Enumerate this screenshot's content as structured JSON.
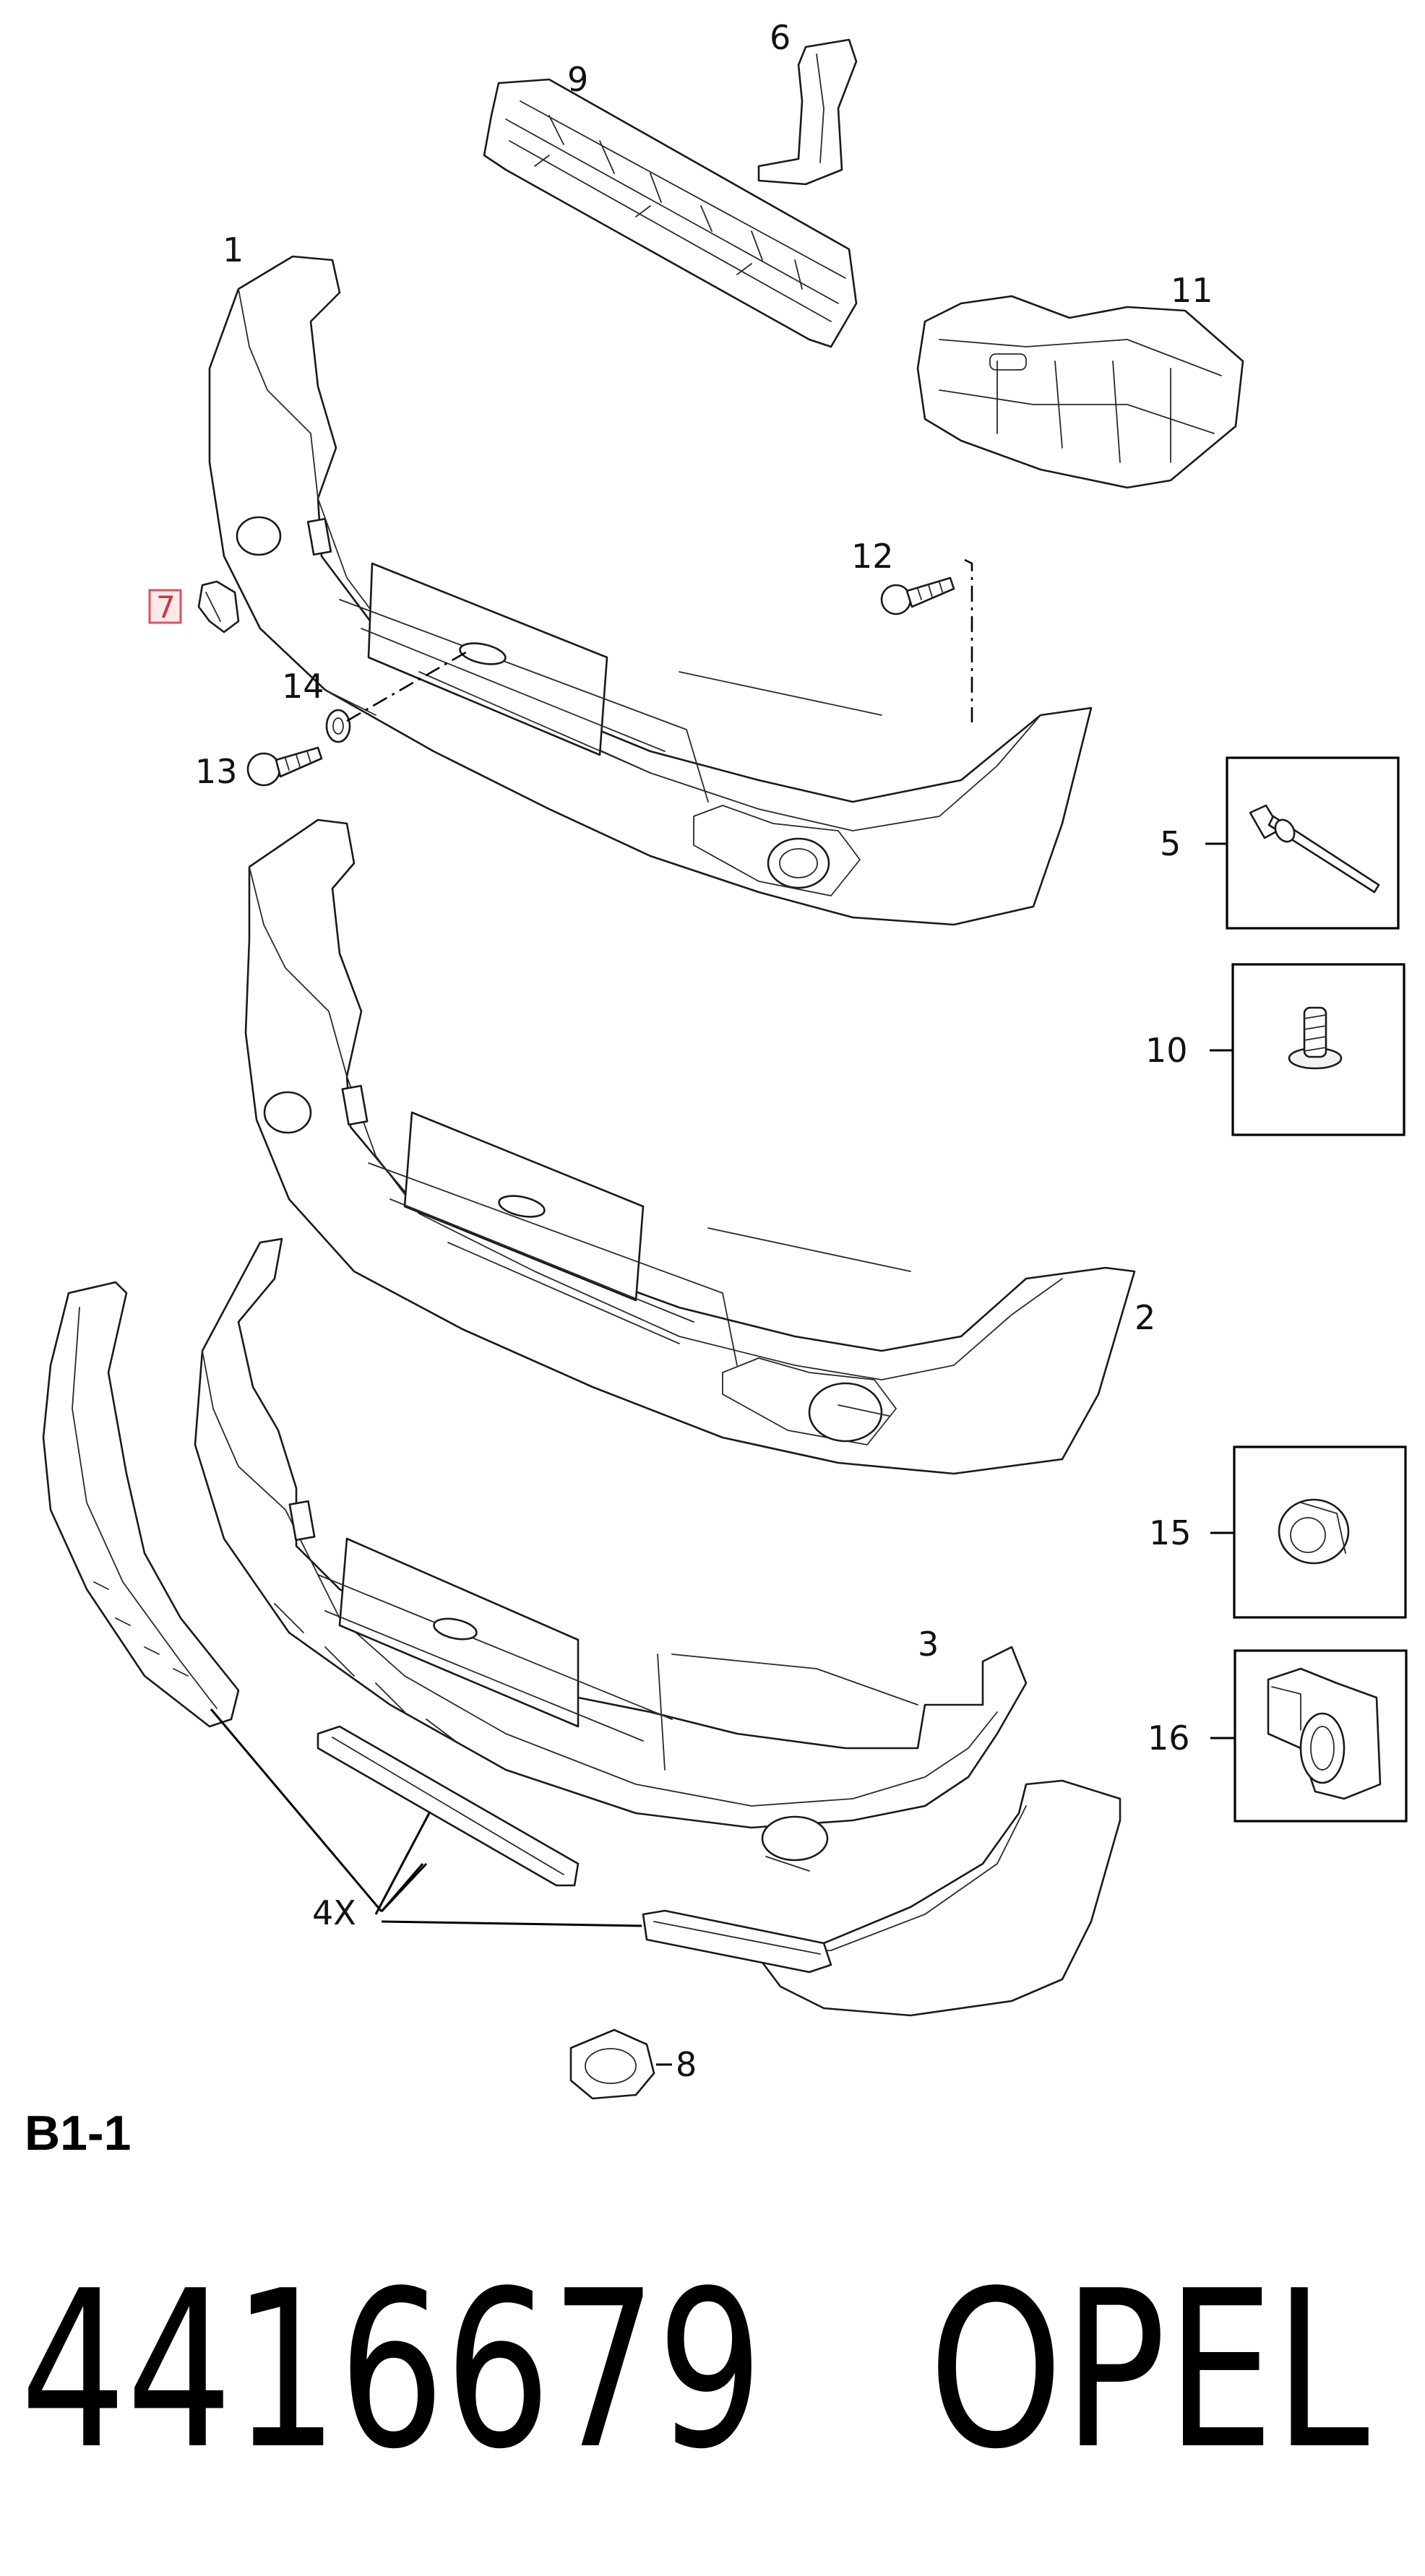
{
  "diagram": {
    "callouts": {
      "c1": "1",
      "c2": "2",
      "c3": "3",
      "c4x": "4X",
      "c5": "5",
      "c6": "6",
      "c7": "7",
      "c8": "8",
      "c9": "9",
      "c10": "10",
      "c11": "11",
      "c12": "12",
      "c13": "13",
      "c14": "14",
      "c15": "15",
      "c16": "16"
    },
    "highlighted_callout": "7",
    "highlight_color": "#d9535f",
    "sheet_ref": "B1-1"
  },
  "footer": {
    "part_number": "4416679",
    "brand": "OPEL"
  }
}
